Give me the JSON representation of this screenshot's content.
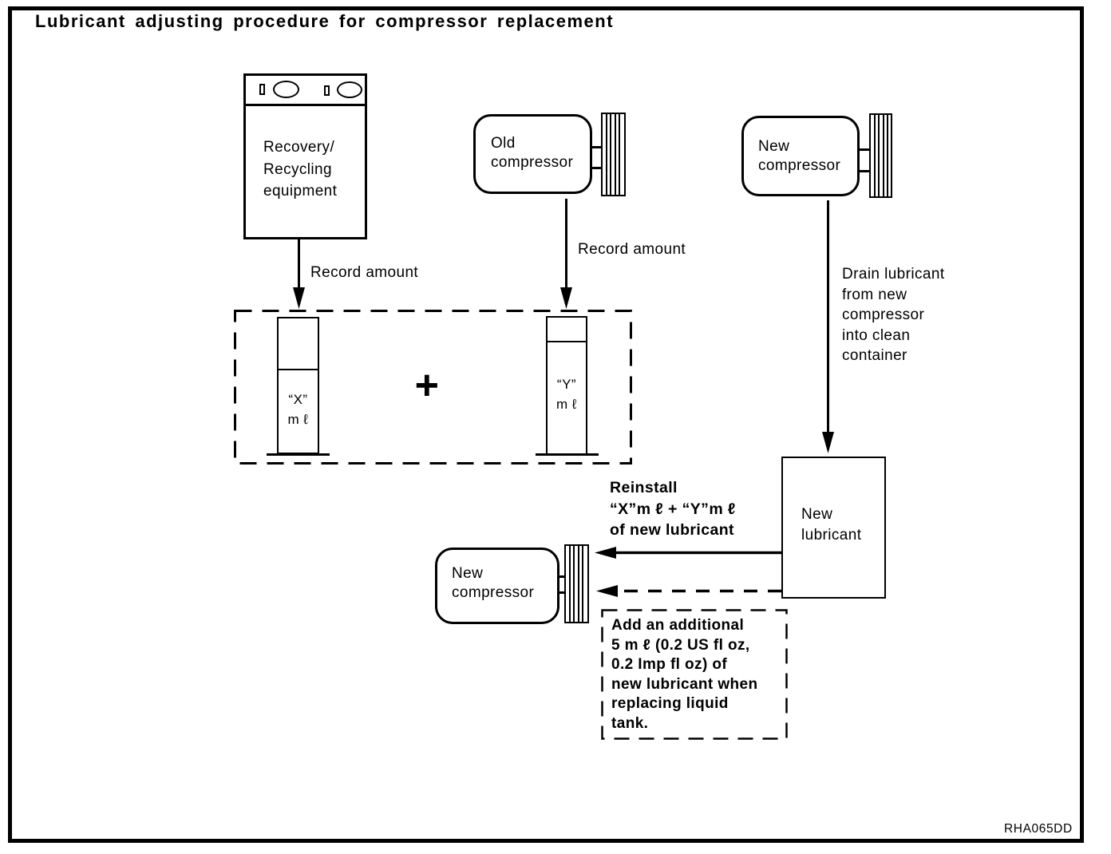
{
  "title": "Lubricant adjusting procedure for compressor replacement",
  "figure_code": "RHA065DD",
  "nodes": {
    "recovery_equipment": {
      "label": "Recovery/\nRecycling\nequipment"
    },
    "old_compressor": {
      "label": "Old\ncompressor"
    },
    "new_compressor_top": {
      "label": "New\ncompressor"
    },
    "new_lubricant": {
      "label": "New\nlubricant"
    },
    "new_compressor_bottom": {
      "label": "New\ncompressor"
    }
  },
  "measure_box": {
    "cylinder_x": {
      "amount": "“X”",
      "unit": "m ℓ"
    },
    "plus": "+",
    "cylinder_y": {
      "amount": "“Y”",
      "unit": "m ℓ"
    }
  },
  "annotations": {
    "record_amount_1": "Record amount",
    "record_amount_2": "Record amount",
    "drain_lubricant": "Drain lubricant\nfrom new\ncompressor\ninto clean\ncontainer",
    "reinstall": "Reinstall\n“X”m ℓ  +  “Y”m ℓ\nof new lubricant",
    "add_additional": "Add an additional\n5 m ℓ  (0.2 US fl oz,\n0.2 Imp fl oz) of\nnew lubricant when\nreplacing liquid\ntank."
  }
}
